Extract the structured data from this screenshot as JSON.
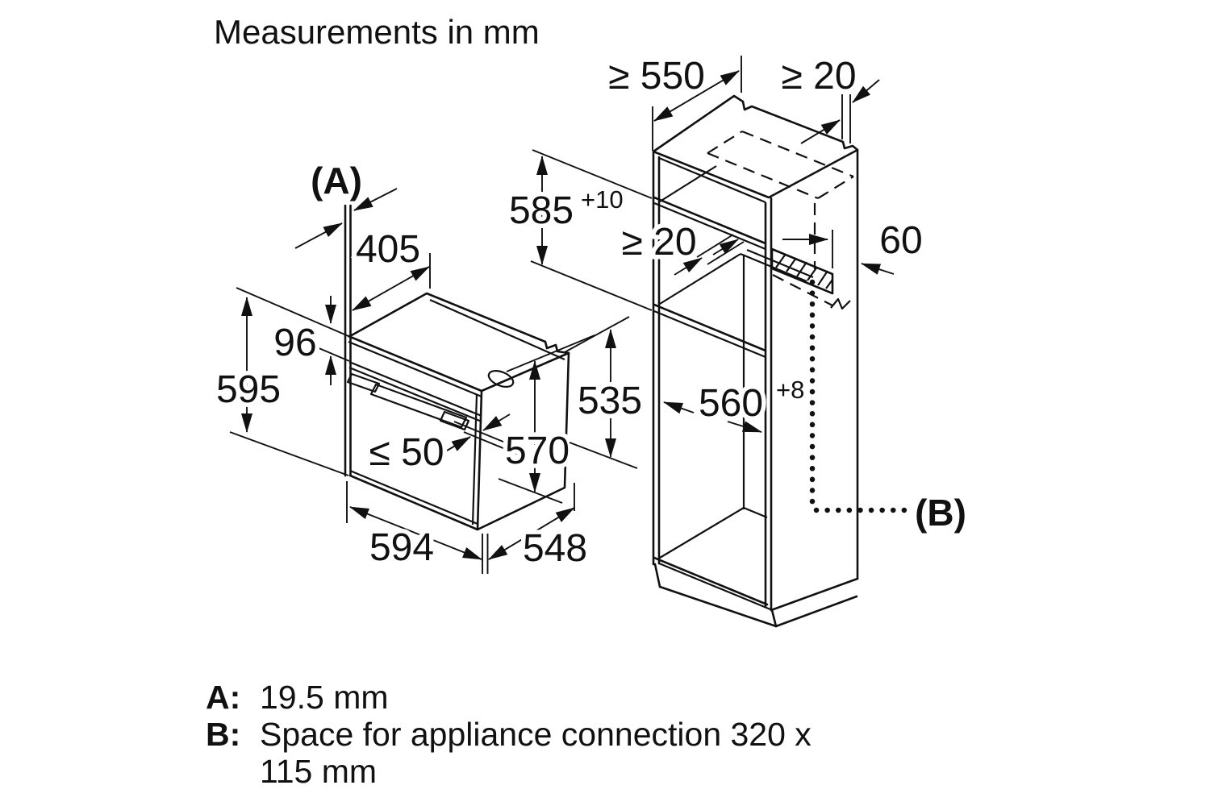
{
  "title": "Measurements in mm",
  "diagram": {
    "oven": {
      "a_label": "(A)",
      "top_depth": "405",
      "control_panel_height": "96",
      "height": "595",
      "door_clearance": "≤ 50",
      "inner_depth": "570",
      "width": "594",
      "depth": "548",
      "body_height": "535"
    },
    "cabinet": {
      "depth_min": "≥ 550",
      "wall_gap_min": "≥ 20",
      "niche_height": "585",
      "niche_height_tol": "+10",
      "rear_gap_min": "≥ 20",
      "connection_offset": "60",
      "niche_width": "560",
      "niche_width_tol": "+8",
      "b_label": "(B)"
    }
  },
  "legend": {
    "a_key": "A:",
    "a_value": "19.5 mm",
    "b_key": "B:",
    "b_value_line1": "Space for appliance connection 320 x",
    "b_value_line2": "115 mm"
  },
  "colors": {
    "line": "#111111",
    "background": "#ffffff"
  }
}
